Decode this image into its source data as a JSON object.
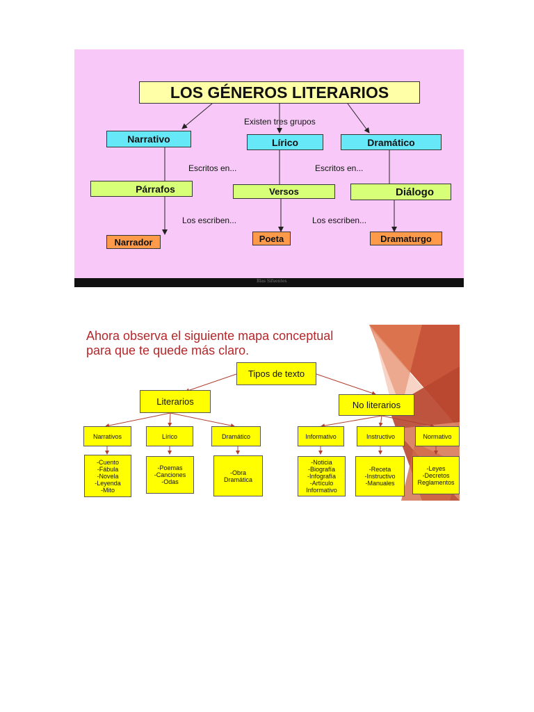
{
  "slide1": {
    "title": "LOS GÉNEROS LITERARIOS",
    "subtitle": "Existen tres grupos",
    "genres": [
      "Narrativo",
      "Lírico",
      "Dramático"
    ],
    "forms": [
      "Párrafos",
      "Versos",
      "Diálogo"
    ],
    "authors": [
      "Narrador",
      "Poeta",
      "Dramaturgo"
    ],
    "written_in_label": "Escritos en...",
    "written_by_label": "Los escriben...",
    "footer": "Blas Sifuentes",
    "colors": {
      "background": "#f8c8f8",
      "title_box": "#ffffa8",
      "genre_box": "#66e8f8",
      "form_box": "#d8ff78",
      "author_box": "#ff9a4a"
    }
  },
  "slide2": {
    "heading_line1": "Ahora observa el siguiente mapa conceptual",
    "heading_line2": "para que te quede más claro.",
    "root": "Tipos de texto",
    "left_branch": "Literarios",
    "right_branch": "No literarios",
    "literary_types": [
      "Narrativos",
      "Lírico",
      "Dramático"
    ],
    "non_literary_types": [
      "Informativo",
      "Instructivo",
      "Normativo"
    ],
    "literary_examples": [
      "-Cuento\n-Fábula\n-Novela\n-Leyenda\n-Mito",
      "-Poemas\n-Canciones\n-Odas",
      "-Obra\nDramática"
    ],
    "non_literary_examples": [
      "-Noticia\n-Biografía\n-Infografía\n-Artículo\nInformativo",
      "-Receta\n-Instructivo\n-Manuales",
      "-Leyes\n-Decretos\nReglamentos"
    ],
    "colors": {
      "heading": "#b5272a",
      "box": "#ffff00",
      "connector": "#b04030",
      "decor": "#c85a3a"
    }
  }
}
